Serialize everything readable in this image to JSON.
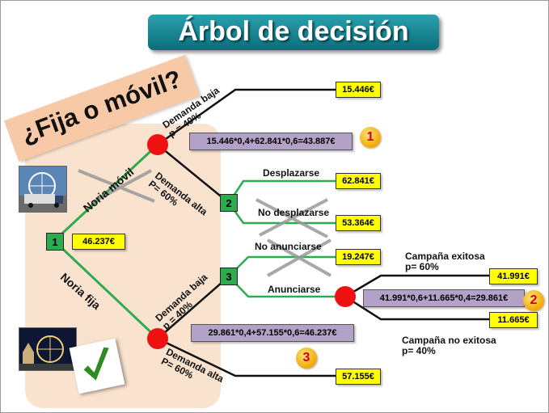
{
  "title": "Árbol de decisión",
  "subtitle": "¿Fija o móvil?",
  "nodes": {
    "n1": "1",
    "n2": "2",
    "n3": "3"
  },
  "branches": {
    "noria_movil": "Noria móvil",
    "noria_fija": "Noria fija",
    "demanda_baja": "Demanda baja",
    "p40": "p = 40%",
    "demanda_alta": "Demanda alta",
    "P60": "P= 60%",
    "desplazarse": "Desplazarse",
    "no_desplazarse": "No desplazarse",
    "no_anunciarse": "No anunciarse",
    "anunciarse": "Anunciarse",
    "campana_exitosa": "Campaña exitosa",
    "p60": "p= 60%",
    "campana_no_exitosa": "Campaña no exitosa",
    "p40b": "p= 40%"
  },
  "values": {
    "v15446": "15.446€",
    "v62841": "62.841€",
    "v53364": "53.364€",
    "v19247": "19.247€",
    "v41991": "41.991€",
    "v11665": "11.665€",
    "v57155": "57.155€",
    "v46237": "46.237€"
  },
  "formulas": {
    "f1": "15.446*0,4+62.841*0,6=43.887€",
    "f2": "41.991*0,6+11.665*0,4=29.861€",
    "f3": "29.861*0,4+57.155*0,6=46.237€"
  },
  "badges": {
    "b1": "1",
    "b2": "2",
    "b3": "3"
  },
  "colors": {
    "green": "#2eab4e",
    "red": "#ee1111",
    "yellow": "#ffff00",
    "purple": "#b3a2c7",
    "teal": "#0b6e7b"
  }
}
